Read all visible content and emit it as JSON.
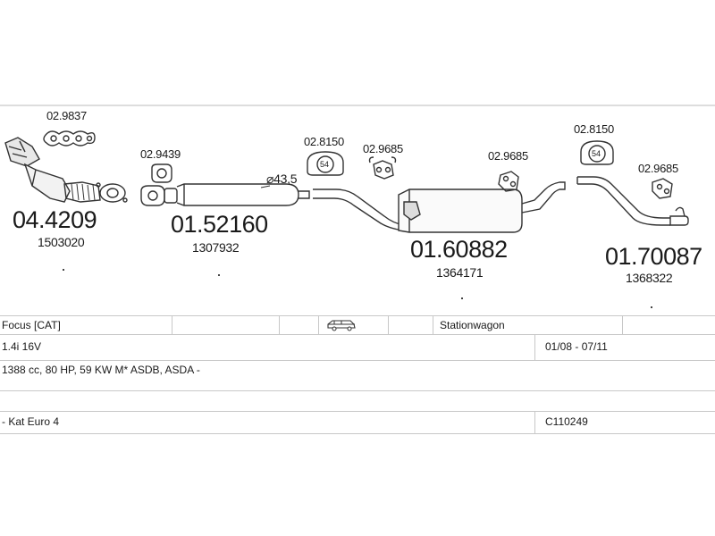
{
  "parts": {
    "manifold_gasket": "02.9837",
    "front_gasket": "02.9439",
    "catalyst_number": "04.4209",
    "catalyst_oe": "1503020",
    "front_pipe_number": "01.52160",
    "front_pipe_oe": "1307932",
    "diameter": "⌀43,5",
    "mount_ring_1": "02.8150",
    "mount_ring_1_size": "54",
    "hanger_1": "02.9685",
    "middle_box_number": "01.60882",
    "middle_box_oe": "1364171",
    "hanger_2": "02.9685",
    "mount_ring_2": "02.8150",
    "mount_ring_2_size": "54",
    "hanger_3": "02.9685",
    "tail_pipe_number": "01.70087",
    "tail_pipe_oe": "1368322"
  },
  "vehicle": {
    "model": "Focus  [CAT]",
    "body": "Stationwagon",
    "body_icon": "station-wagon-icon",
    "engine": "1.4i 16V",
    "years": "01/08 - 07/11",
    "specs": "1388 cc, 80 HP, 59 KW M* ASDB, ASDA -",
    "emission": "- Kat Euro 4",
    "code": "C110249"
  }
}
